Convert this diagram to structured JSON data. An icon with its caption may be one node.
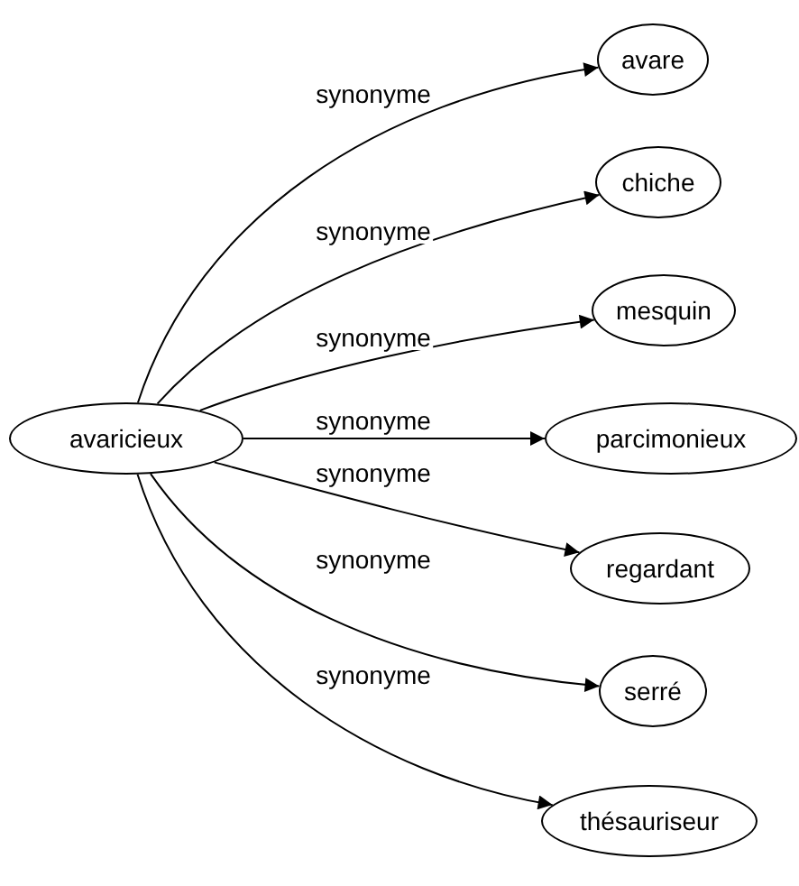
{
  "diagram": {
    "nodes": [
      {
        "text": [
          "avaricieux"
        ]
      },
      {
        "text": [
          "avare"
        ]
      },
      {
        "text": [
          "chiche"
        ]
      },
      {
        "text": [
          "mesquin"
        ]
      },
      {
        "text": [
          "parcimonieux"
        ]
      },
      {
        "text": [
          "regardant"
        ]
      },
      {
        "text": [
          "serré"
        ]
      },
      {
        "text": [
          "thésauriseur"
        ]
      }
    ],
    "edges": [
      {
        "from": 0,
        "to": 1,
        "arrow": "to",
        "label": "synonyme"
      },
      {
        "from": 0,
        "to": 2,
        "arrow": "to",
        "label": "synonyme"
      },
      {
        "from": 0,
        "to": 3,
        "arrow": "to",
        "label": "synonyme"
      },
      {
        "from": 0,
        "to": 4,
        "arrow": "to",
        "label": "synonyme"
      },
      {
        "from": 0,
        "to": 5,
        "arrow": "to",
        "label": "synonyme"
      },
      {
        "from": 0,
        "to": 6,
        "arrow": "to",
        "label": "synonyme"
      },
      {
        "from": 0,
        "to": 7,
        "arrow": "to",
        "label": "synonyme"
      }
    ]
  }
}
